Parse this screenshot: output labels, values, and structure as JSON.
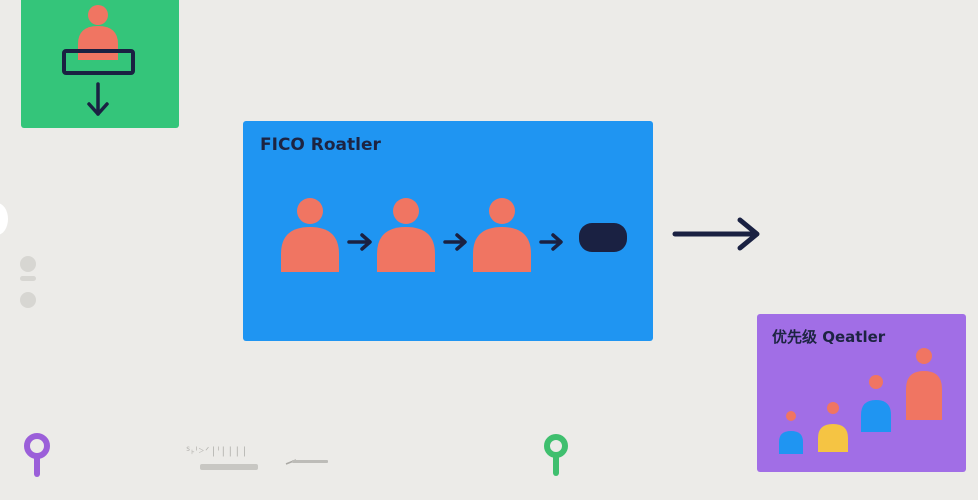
{
  "cards": {
    "blue_title": "FICO Roatler",
    "purple_title": "优先级 Qeatler"
  },
  "caption": "ᔆ˫ᑊ˃ᐟ∣ᑊ∣∣∣∣",
  "colors": {
    "background": "#ecebe8",
    "green": "#34c57a",
    "blue": "#1f95f2",
    "purple": "#a16ee6",
    "person": "#f07562",
    "navy": "#1a2142",
    "yellow": "#f5c443",
    "pin_purple": "#9b5fd9",
    "pin_green": "#3fbf6e"
  },
  "icons": {
    "download_person": "person-download-icon",
    "flow_arrows": "arrow-right-icon",
    "end_node": "end-node-icon",
    "big_arrow": "arrow-right-icon",
    "pins": "map-pin-icon"
  }
}
